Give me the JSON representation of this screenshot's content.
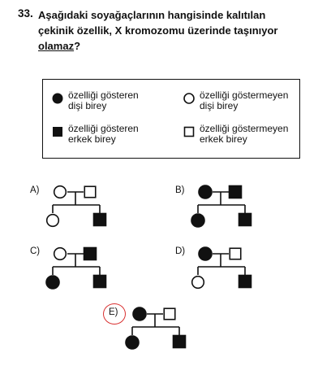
{
  "question": {
    "number": "33.",
    "line1": "Aşağıdaki soyağaçlarının hangisinde kalıtılan",
    "line2": "çekinik özellik, X kromozomu üzerinde taşınıyor",
    "negation": "olamaz",
    "mark": "?"
  },
  "legend": {
    "affected_female_line1": "özelliği gösteren",
    "affected_female_line2": "dişi birey",
    "unaffected_female_line1": "özelliği göstermeyen",
    "unaffected_female_line2": "dişi birey",
    "affected_male_line1": "özelliği gösteren",
    "affected_male_line2": "erkek birey",
    "unaffected_male_line1": "özelliği göstermeyen",
    "unaffected_male_line2": "erkek birey"
  },
  "options": [
    {
      "label": "A)",
      "mother": "unaffected",
      "father": "unaffected",
      "daughter": "unaffected",
      "son": "affected"
    },
    {
      "label": "B)",
      "mother": "affected",
      "father": "affected",
      "daughter": "affected",
      "son": "affected"
    },
    {
      "label": "C)",
      "mother": "unaffected",
      "father": "affected",
      "daughter": "affected",
      "son": "affected"
    },
    {
      "label": "D)",
      "mother": "affected",
      "father": "unaffected",
      "daughter": "unaffected",
      "son": "affected"
    },
    {
      "label": "E)",
      "mother": "affected",
      "father": "unaffected",
      "daughter": "affected",
      "son": "affected"
    }
  ],
  "colors": {
    "ink": "#111111",
    "answer_mark": "#d93030"
  }
}
